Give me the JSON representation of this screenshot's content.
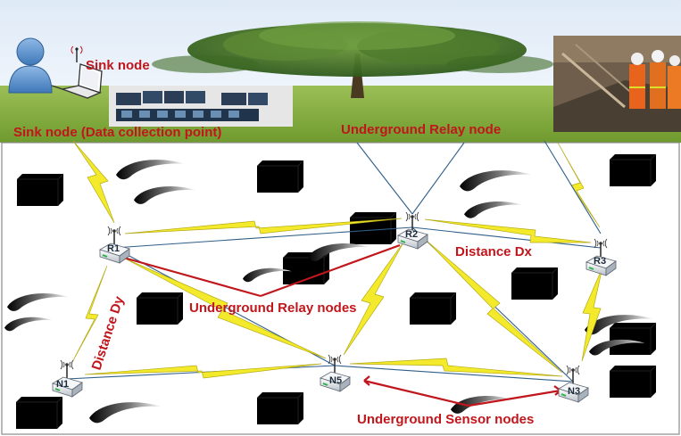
{
  "labels": {
    "sink_node": "Sink node",
    "sink_point": "Sink node (Data collection point)",
    "underground_relay_node": "Underground Relay node",
    "distance_dx": "Distance Dx",
    "distance_dy": "Distance Dy",
    "underground_relay_nodes": "Underground Relay nodes",
    "underground_sensor_nodes": "Underground Sensor nodes"
  },
  "nodes": {
    "r1": "R1",
    "r2": "R2",
    "r3": "R3",
    "n1": "N1",
    "n5": "N5",
    "n3": "N3"
  },
  "colors": {
    "label_red": "#c0161c",
    "link_blue": "#2f5f8a",
    "lightning_yellow": "#f2ea2a",
    "soil": "#ffffff",
    "obstacle": "#000000"
  },
  "icons": [
    "user-icon",
    "laptop-icon",
    "control-room-photo",
    "tree-landscape",
    "mine-workers-photo",
    "router-icon",
    "lightning-link",
    "rock-obstacle"
  ]
}
